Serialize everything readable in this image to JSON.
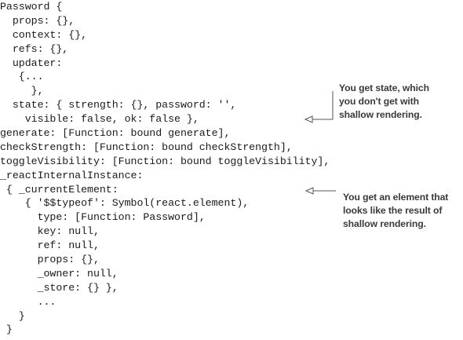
{
  "code_lines": [
    "Password {",
    "  props: {},",
    "  context: {},",
    "  refs: {},",
    "  updater:",
    "   {...",
    "     },",
    "  state: { strength: {}, password: '',",
    "    visible: false, ok: false },",
    "generate: [Function: bound generate],",
    "checkStrength: [Function: bound checkStrength],",
    "toggleVisibility: [Function: bound toggleVisibility],",
    "_reactInternalInstance:",
    " { _currentElement:",
    "    { '$$typeof': Symbol(react.element),",
    "      type: [Function: Password],",
    "      key: null,",
    "      ref: null,",
    "      props: {},",
    "      _owner: null,",
    "      _store: {} },",
    "      ...",
    "   }",
    " }"
  ],
  "annotations": [
    {
      "lines": [
        "You get state, which",
        "you don't get with",
        "shallow rendering."
      ]
    },
    {
      "lines": [
        "You get an element that",
        "looks like the result of",
        "shallow rendering."
      ]
    }
  ],
  "colors": {
    "text": "#1a1a1a",
    "annotation": "#3a3a3a",
    "arrow": "#555555"
  }
}
